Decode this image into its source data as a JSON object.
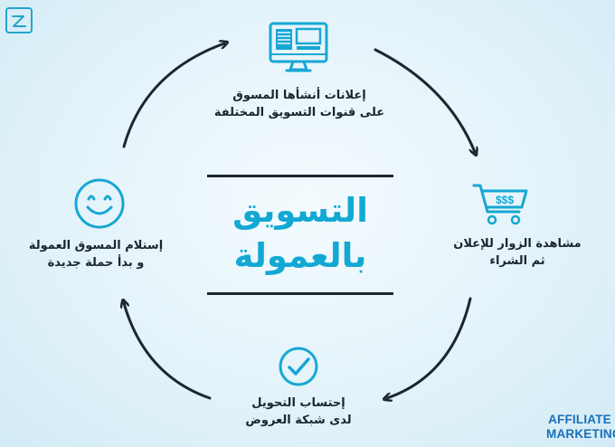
{
  "diagram": {
    "center_title_line1": "التسويق",
    "center_title_line2": "بالعمولة",
    "steps": [
      {
        "line1": "إعلانات أنشأها المسوق",
        "line2": "على قنوات التسويق المختلفة",
        "icon": "monitor-ads-icon"
      },
      {
        "line1": "مشاهدة الزوار للإعلان",
        "line2": "ثم الشراء",
        "icon": "shopping-cart-icon",
        "icon_label": "$$$"
      },
      {
        "line1": "إحتساب التحويل",
        "line2": "لدى شبكة العروض",
        "icon": "check-circle-icon"
      },
      {
        "line1": "إستلام المسوق العمولة",
        "line2": "و بدأ حملة جديدة",
        "icon": "smiley-face-icon"
      }
    ],
    "brand_line1": "AFFILIATE",
    "brand_line2": "MARKETING",
    "logo_icon": "corner-logo-icon",
    "colors": {
      "accent": "#12a8d4",
      "text": "#1a2530",
      "brand": "#1a6fb8"
    }
  }
}
